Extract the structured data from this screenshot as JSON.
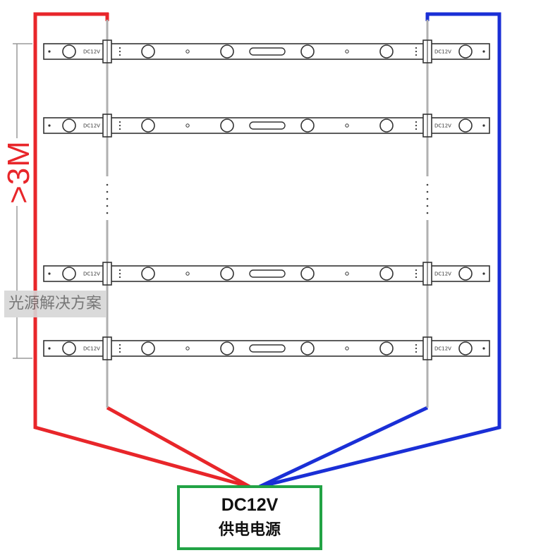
{
  "diagram": {
    "distance_label": ">3M",
    "watermark": "光源解决方案",
    "power_supply": {
      "line1": "DC12V",
      "line2": "供电电源"
    },
    "strip_label": "DC12V",
    "colors": {
      "positive_wire": "#e8262a",
      "negative_wire": "#1a2fd6",
      "psu_border": "#22a345",
      "strip": "#333333"
    },
    "strips": [
      {
        "name": "module-row-1"
      },
      {
        "name": "module-row-2"
      },
      {
        "name": "module-row-3"
      },
      {
        "name": "module-row-4"
      }
    ]
  }
}
